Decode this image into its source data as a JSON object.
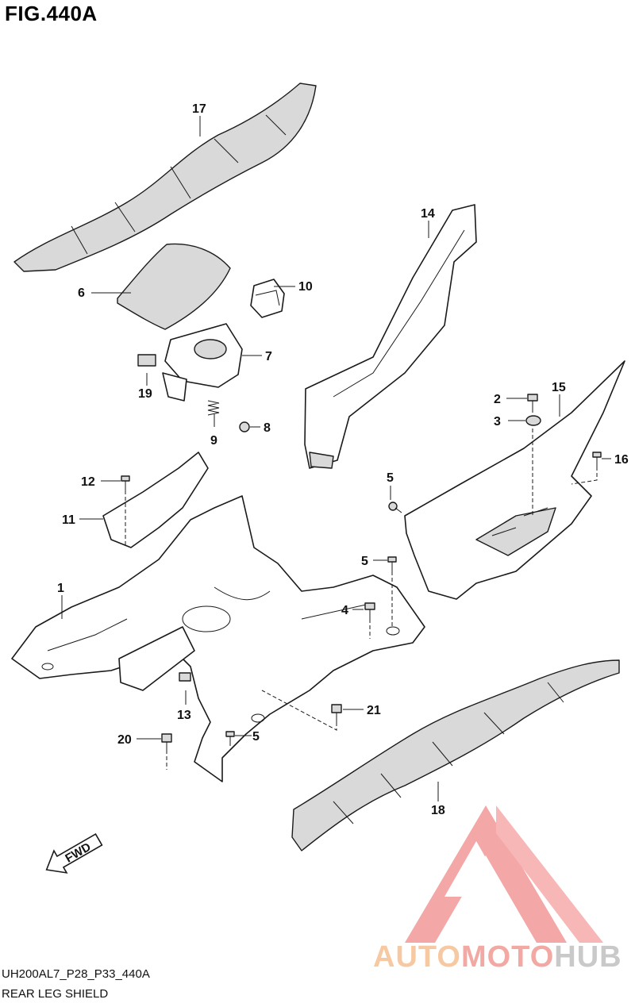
{
  "figure": {
    "title": "FIG.440A",
    "code": "UH200AL7_P28_P33_440A",
    "caption": "REAR LEG SHIELD",
    "fwd_label": "FWD"
  },
  "callouts": [
    {
      "id": "17",
      "label": "17"
    },
    {
      "id": "14",
      "label": "14"
    },
    {
      "id": "6",
      "label": "6"
    },
    {
      "id": "10",
      "label": "10"
    },
    {
      "id": "7",
      "label": "7"
    },
    {
      "id": "19",
      "label": "19"
    },
    {
      "id": "9",
      "label": "9"
    },
    {
      "id": "8",
      "label": "8"
    },
    {
      "id": "2",
      "label": "2"
    },
    {
      "id": "15",
      "label": "15"
    },
    {
      "id": "3",
      "label": "3"
    },
    {
      "id": "16",
      "label": "16"
    },
    {
      "id": "12",
      "label": "12"
    },
    {
      "id": "5a",
      "label": "5"
    },
    {
      "id": "11",
      "label": "11"
    },
    {
      "id": "1",
      "label": "1"
    },
    {
      "id": "5b",
      "label": "5"
    },
    {
      "id": "4",
      "label": "4"
    },
    {
      "id": "13",
      "label": "13"
    },
    {
      "id": "21",
      "label": "21"
    },
    {
      "id": "20",
      "label": "20"
    },
    {
      "id": "5c",
      "label": "5"
    },
    {
      "id": "18",
      "label": "18"
    }
  ],
  "watermark": {
    "part1": "AUTO",
    "part2": "MOTO",
    "part3": "HUB",
    "colors": {
      "auto": "#f6c9a2",
      "moto": "#f3a9a3",
      "hub": "#c9c9c9",
      "logo": "#f08080"
    }
  }
}
